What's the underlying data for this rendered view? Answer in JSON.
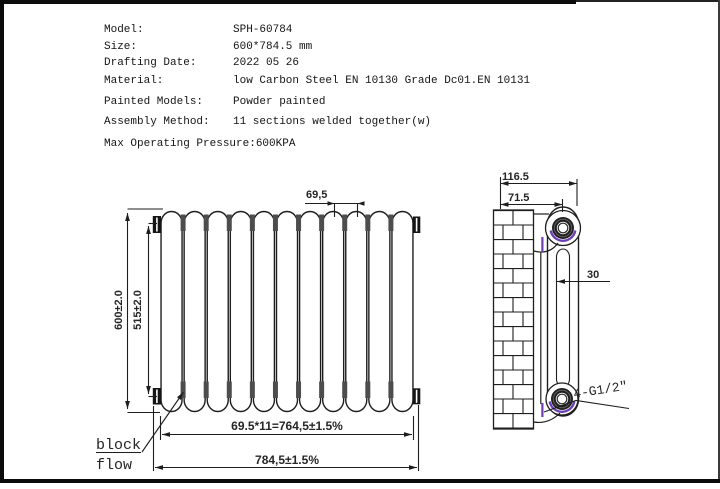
{
  "spec_table": {
    "rows": [
      {
        "label": "Model:",
        "value": "SPH-60784"
      },
      {
        "label": "Size:",
        "value": "600*784.5 mm"
      },
      {
        "label": "Drafting Date:",
        "value": "2022 05 26"
      },
      {
        "label": "Material:",
        "value": "low Carbon Steel  EN 10130 Grade Dc01.EN 10131"
      },
      {
        "label": "Painted Models:",
        "value": "Powder painted"
      },
      {
        "label": "Assembly Method:",
        "value": "11 sections welded together(w)"
      },
      {
        "label": "Max Operating Pressure:",
        "value": "600KPA"
      }
    ]
  },
  "front_view": {
    "sections": 11,
    "dim_section_width": "69,5",
    "dim_height_outer": "600±2.0",
    "dim_height_inner": "515±2.0",
    "dim_sections_total": "69.5*11=764,5±1.5%",
    "dim_overall_width": "784,5±1.5%",
    "leader_note_line1": "block",
    "leader_note_line2": "flow"
  },
  "side_view": {
    "dim_overall_depth": "116.5",
    "dim_wall_to_axis": "71.5",
    "dim_tube_depth": "30",
    "thread_label": "4-G1/2″"
  },
  "colors": {
    "line": "#1e1e1e",
    "weld_gap": "#4d4d4d",
    "accent_purple": "#6c3fb4",
    "fitting_dark": "#1f1f1f"
  }
}
